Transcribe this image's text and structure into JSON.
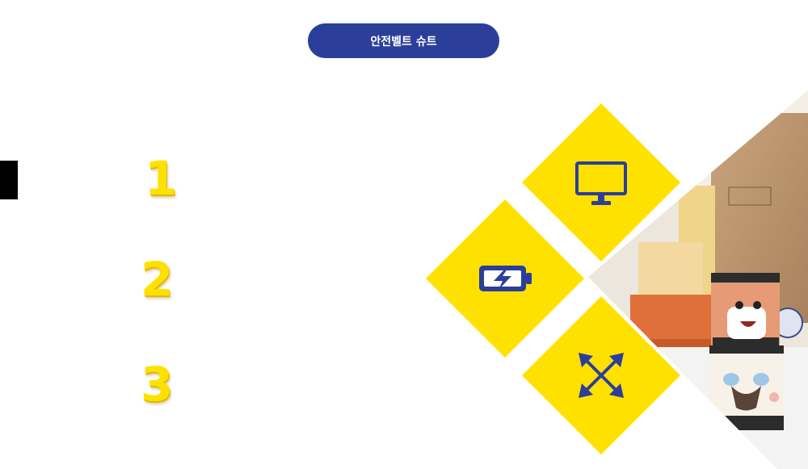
{
  "header": {
    "title": "안전벨트 슈트"
  },
  "steps": [
    "1",
    "2",
    "3"
  ],
  "icons": {
    "top": "monitor-icon",
    "left": "battery-charging-icon",
    "bottom": "expand-arrows-icon"
  },
  "colors": {
    "accent": "#ffe100",
    "primary": "#2b3f9a",
    "background": "#ffffff"
  }
}
